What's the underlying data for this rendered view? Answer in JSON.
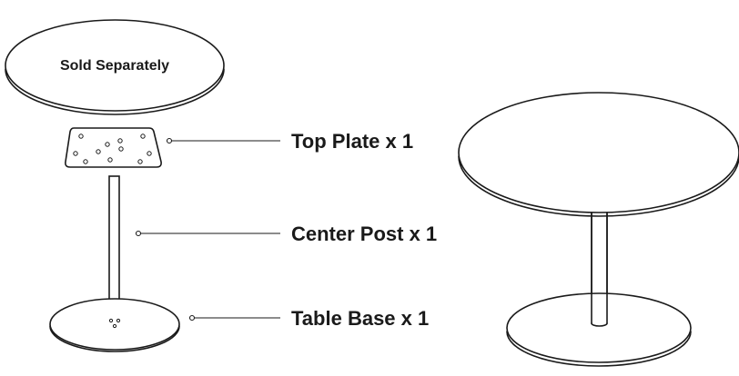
{
  "tabletop_label": "Sold Separately",
  "parts": [
    {
      "label": "Top Plate x 1"
    },
    {
      "label": "Center Post x 1"
    },
    {
      "label": "Table Base x 1"
    }
  ],
  "colors": {
    "ink": "#1a1a1a",
    "background": "#ffffff"
  }
}
